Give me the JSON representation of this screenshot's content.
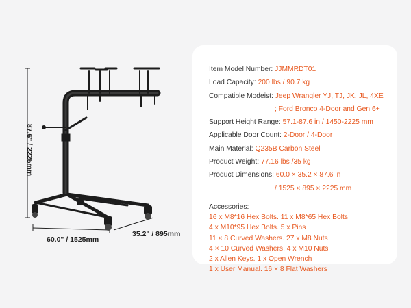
{
  "dimensions": {
    "height": "87.6\" / 2225mm",
    "width": "60.0\" / 1525mm",
    "depth": "35.2\" / 895mm"
  },
  "specs": [
    {
      "label": "Item Model Number: ",
      "value": "JJMMRDT01"
    },
    {
      "label": "Load Capacity: ",
      "value": "200 lbs / 90.7 kg"
    },
    {
      "label": "Compatible Modeist: ",
      "value": " Jeep Wrangler YJ, TJ, JK, JL, 4XE"
    },
    {
      "label": "",
      "value": "; Ford Bronco 4-Door and Gen 6+",
      "continuation": true
    },
    {
      "label": "Support Height Range: ",
      "value": "57.1-87.6 in / 1450-2225 mm"
    },
    {
      "label": "Applicable Door Count: ",
      "value": "2-Door / 4-Door"
    },
    {
      "label": "Main Material: ",
      "value": " Q235B Carbon Steel"
    },
    {
      "label": "Product Weight: ",
      "value": "77.16 lbs /35 kg"
    },
    {
      "label": "Product Dimensions: ",
      "value": " 60.0 × 35.2 × 87.6 in"
    },
    {
      "label": "",
      "value": "/ 1525 × 895 × 2225 mm",
      "continuation": true
    }
  ],
  "accessories": {
    "title": "Accessories:",
    "items": [
      "16 x M8*16 Hex Bolts.   11 x M8*65 Hex Bolts",
      "4 x M10*95 Hex Bolts.   5 x Pins",
      "11 × 8 Curved Washers.   27 x M8 Nuts",
      "4 × 10 Curved Washers.   4 x M10 Nuts",
      "2 x Allen Keys.   1 x Open Wrench",
      "1 x User Manual.   16 × 8 Flat Washers"
    ]
  },
  "colors": {
    "accent": "#e85a22",
    "card": "#ffffff",
    "background": "#f4f4f5",
    "frame": "#1c1c1c"
  }
}
